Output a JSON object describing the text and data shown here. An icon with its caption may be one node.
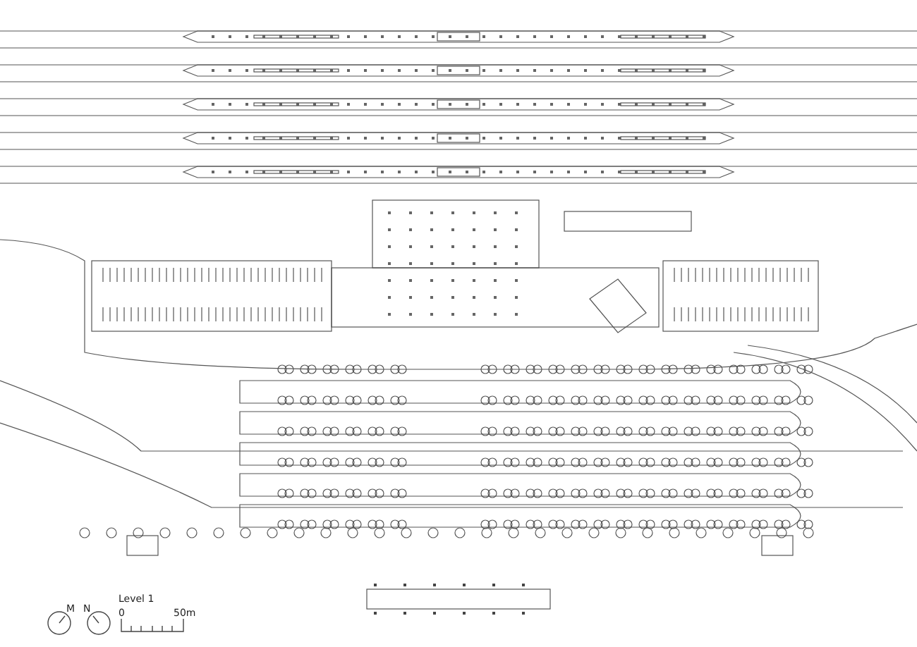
{
  "diagram": {
    "labels": [
      "M",
      "N",
      "Level 1",
      "0",
      "50m"
    ]
  }
}
